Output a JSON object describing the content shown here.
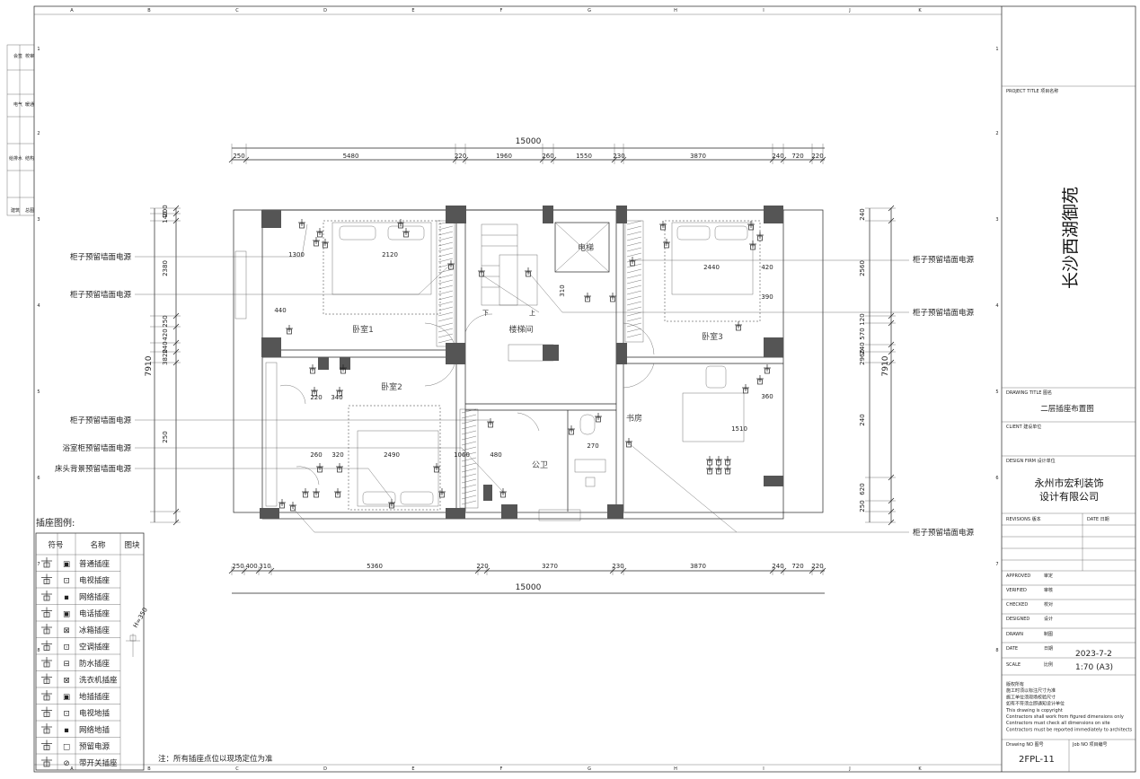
{
  "grid": {
    "cols": [
      "A",
      "B",
      "C",
      "D",
      "E",
      "F",
      "G",
      "H",
      "I",
      "J",
      "K"
    ],
    "rows": [
      "1",
      "2",
      "3",
      "4",
      "5",
      "6",
      "7",
      "8"
    ]
  },
  "approval_strip": [
    "会签",
    "校审",
    "电气",
    "暖通",
    "给排水",
    "结构",
    "建筑",
    "总图"
  ],
  "dims": {
    "top_total": "15000",
    "top": [
      "250",
      "5480",
      "220",
      "1960",
      "260",
      "1550",
      "230",
      "3870",
      "240",
      "720",
      "220"
    ],
    "bottom_total": "15000",
    "bottom": [
      "250",
      "400",
      "310",
      "5360",
      "220",
      "3270",
      "230",
      "3870",
      "240",
      "720",
      "220"
    ],
    "left_total": "7910",
    "left": [
      "200",
      "140",
      "2380",
      "250",
      "420",
      "240",
      "3820",
      "250"
    ],
    "right_total": "7910",
    "right": [
      "240",
      "2560",
      "120",
      "570",
      "240",
      "2960",
      "240",
      "620",
      "250"
    ],
    "inner": [
      "1300",
      "2120",
      "440",
      "220",
      "340",
      "260",
      "320",
      "2490",
      "1060",
      "480",
      "270",
      "310",
      "2440",
      "420",
      "390",
      "360",
      "1510"
    ]
  },
  "rooms": {
    "bed1": "卧室1",
    "bed2": "卧室2",
    "bed3": "卧室3",
    "stair": "楼梯间",
    "elevator": "电梯",
    "study": "书房",
    "bath": "公卫",
    "down": "下",
    "up": "上"
  },
  "callouts": {
    "left": [
      "柜子预留墙面电源",
      "柜子预留墙面电源",
      "柜子预留墙面电源",
      "浴室柜预留墙面电源",
      "床头背景预留墙面电源"
    ],
    "right": [
      "柜子预留墙面电源",
      "柜子预留墙面电源",
      "柜子预留墙面电源"
    ]
  },
  "legend": {
    "title": "插座图例:",
    "headers": [
      "符号",
      "名称",
      "图块"
    ],
    "rows": [
      {
        "sym": "▣",
        "name": "普通插座"
      },
      {
        "sym": "⊡",
        "name": "电视插座"
      },
      {
        "sym": "▪",
        "name": "网络插座"
      },
      {
        "sym": "▣",
        "name": "电话插座"
      },
      {
        "sym": "⊠",
        "name": "冰箱插座"
      },
      {
        "sym": "⊡",
        "name": "空调插座"
      },
      {
        "sym": "⊟",
        "name": "防水插座"
      },
      {
        "sym": "⊠",
        "name": "洗衣机插座"
      },
      {
        "sym": "▣",
        "name": "地插插座"
      },
      {
        "sym": "⊡",
        "name": "电视地插"
      },
      {
        "sym": "▪",
        "name": "网络地插"
      },
      {
        "sym": "□",
        "name": "预留电源"
      },
      {
        "sym": "⊘",
        "name": "带开关插座"
      }
    ],
    "block_label": "H=350"
  },
  "note": "注：所有插座点位以现场定位为准",
  "title_block": {
    "project_title_label": "PROJECT TITLE  项目名称",
    "project_name": "长沙西湖御苑",
    "drawing_title_label": "DRAWING TITLE  图名",
    "drawing_title": "二层插座布置图",
    "client_label": "CLIENT  建设单位",
    "design_firm_label": "DESIGN FIRM  设计单位",
    "design_firm_line1": "永州市宏利装饰",
    "design_firm_line2": "设计有限公司",
    "revisions_label": "REVISIONS  版本",
    "revisions_date_label": "DATE  日期",
    "approved": "APPROVED",
    "approved_cn": "审定",
    "verified": "VERIFIED",
    "verified_cn": "审核",
    "checked": "CHECKED",
    "checked_cn": "校对",
    "designed": "DESIGNED",
    "designed_cn": "设计",
    "drawn": "DRAWN",
    "drawn_cn": "制图",
    "date_label": "DATE",
    "date_cn": "日期",
    "date_value": "2023-7-2",
    "scale_label": "SCALE",
    "scale_cn": "比例",
    "scale_value": "1:70 (A3)",
    "copyright": [
      "版权所有",
      "施工时须以标注尺寸为准",
      "施工单位须现场校验尺寸",
      "如有不符须立即通知设计单位",
      "This drawing is copyright",
      "Contractors shall work from figured dimensions only",
      "Contractors must check all dimensions on site",
      "Contractors must be reported immediately to architects"
    ],
    "drawing_no_label": "Drawing NO  图号",
    "job_no_label": "Job NO  项目编号",
    "drawing_no": "2FPL-11"
  }
}
